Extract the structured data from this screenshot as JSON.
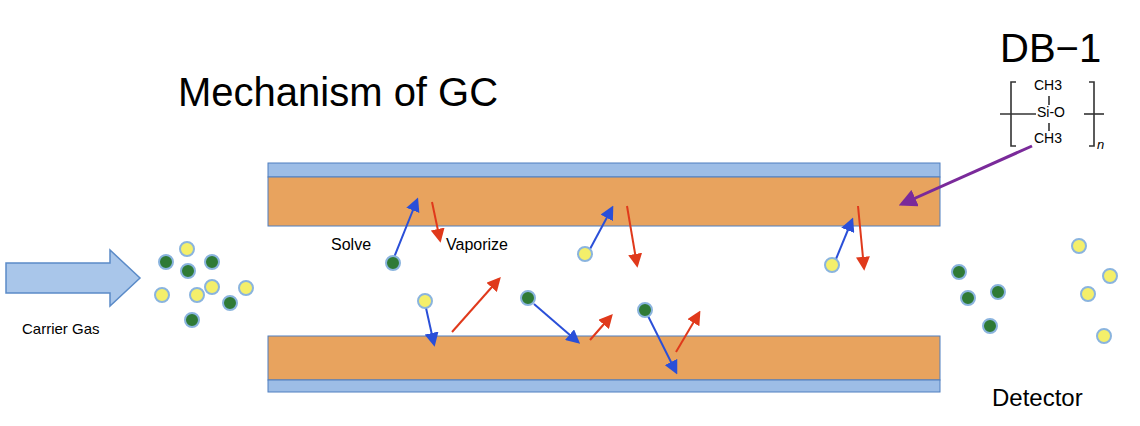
{
  "diagram": {
    "title": "Mechanism of GC",
    "labels": [
      "DB−1",
      "CH3",
      "Si-O",
      "CH3",
      "n",
      "Solve",
      "Vaporize",
      "Carrier Gas",
      "Detector"
    ]
  }
}
